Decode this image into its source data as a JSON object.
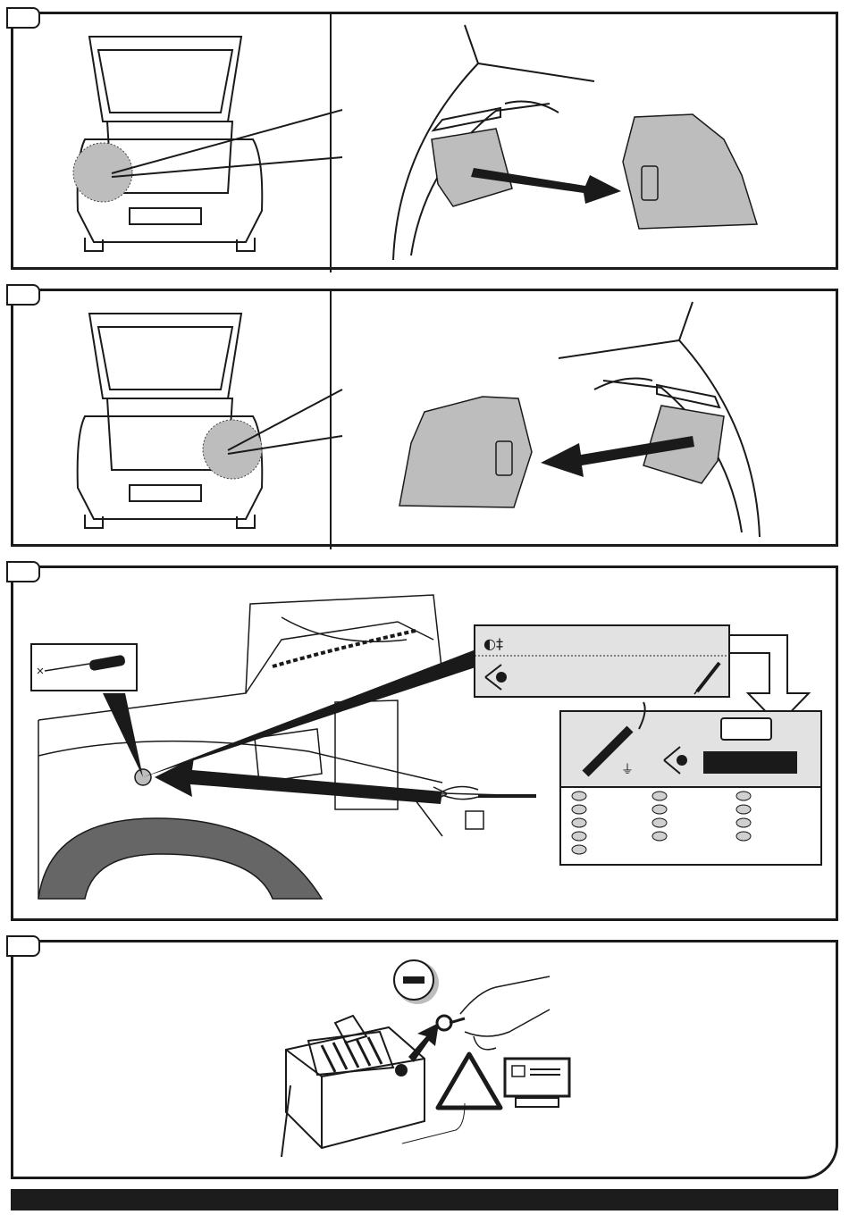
{
  "steps": [
    {
      "id": "step-1",
      "label": ""
    },
    {
      "id": "step-2",
      "label": ""
    },
    {
      "id": "step-3",
      "label": ""
    },
    {
      "id": "step-4",
      "label": ""
    }
  ],
  "icons": {
    "fog_lamp": "fog-lamp-icon",
    "eye": "eye-icon",
    "pen": "pen-icon",
    "screwdriver": "screwdriver-icon",
    "test_probe": "test-probe-icon",
    "ground": "ground-icon",
    "warning": "warning-triangle-icon",
    "negative": "negative-terminal-icon",
    "manual": "manual-icon"
  },
  "colors": {
    "ink": "#1a1a1a",
    "fill_gray": "#bdbdbd",
    "panel_gray": "#e2e2e2",
    "dark": "#1c1c1c"
  }
}
